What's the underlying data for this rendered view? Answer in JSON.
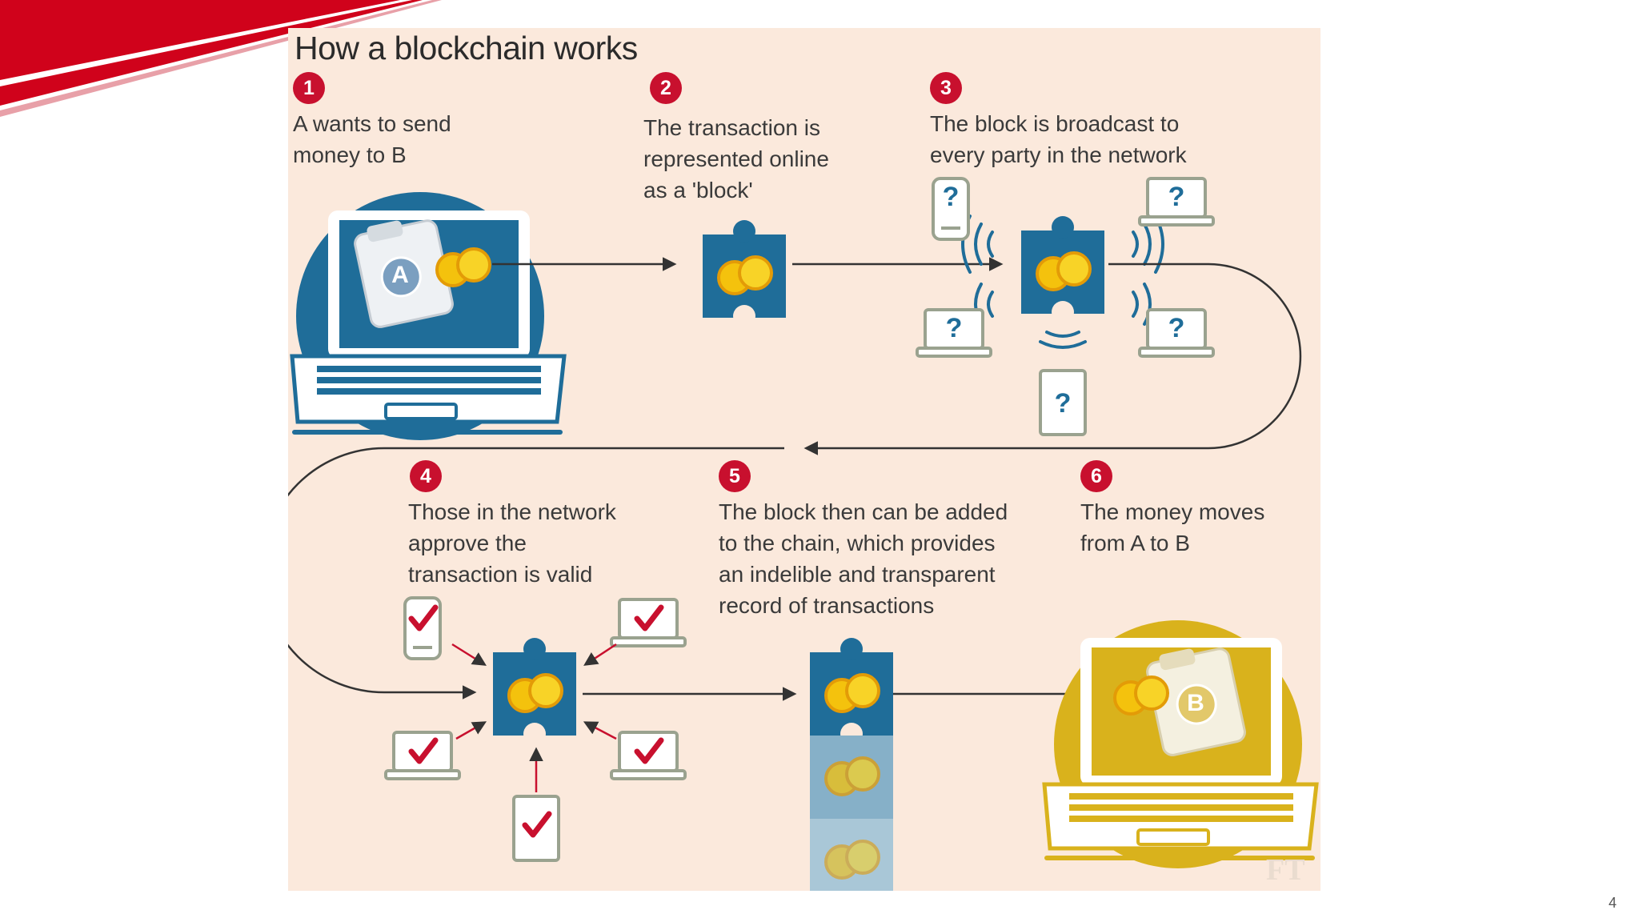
{
  "infographic": {
    "title": "How a blockchain works",
    "steps": [
      {
        "number": "1",
        "text": "A wants to send\nmoney to B"
      },
      {
        "number": "2",
        "text": "The transaction is\nrepresented online\nas a 'block'"
      },
      {
        "number": "3",
        "text": "The block is broadcast to\nevery party in the network"
      },
      {
        "number": "4",
        "text": "Those in the network\napprove the\ntransaction is valid"
      },
      {
        "number": "5",
        "text": "The block then can be added\nto the chain, which provides\nan indelible and transparent\nrecord of transactions"
      },
      {
        "number": "6",
        "text": "The money moves\nfrom A to B"
      }
    ],
    "sender_label": "A",
    "receiver_label": "B",
    "question_mark": "?",
    "source_logo": "FT"
  },
  "slide": {
    "page_number": "4"
  },
  "colors": {
    "brand_red": "#c8102e",
    "background": "#fbe9dc",
    "blue": "#1f6d99",
    "gold": "#d9b21c",
    "coin": "#f4c20d"
  },
  "icons": [
    "laptop-icon",
    "wallet-icon",
    "coin-icon",
    "puzzle-block-icon",
    "phone-icon",
    "tablet-icon",
    "checkmark-icon",
    "signal-waves-icon",
    "arrow-icon"
  ]
}
